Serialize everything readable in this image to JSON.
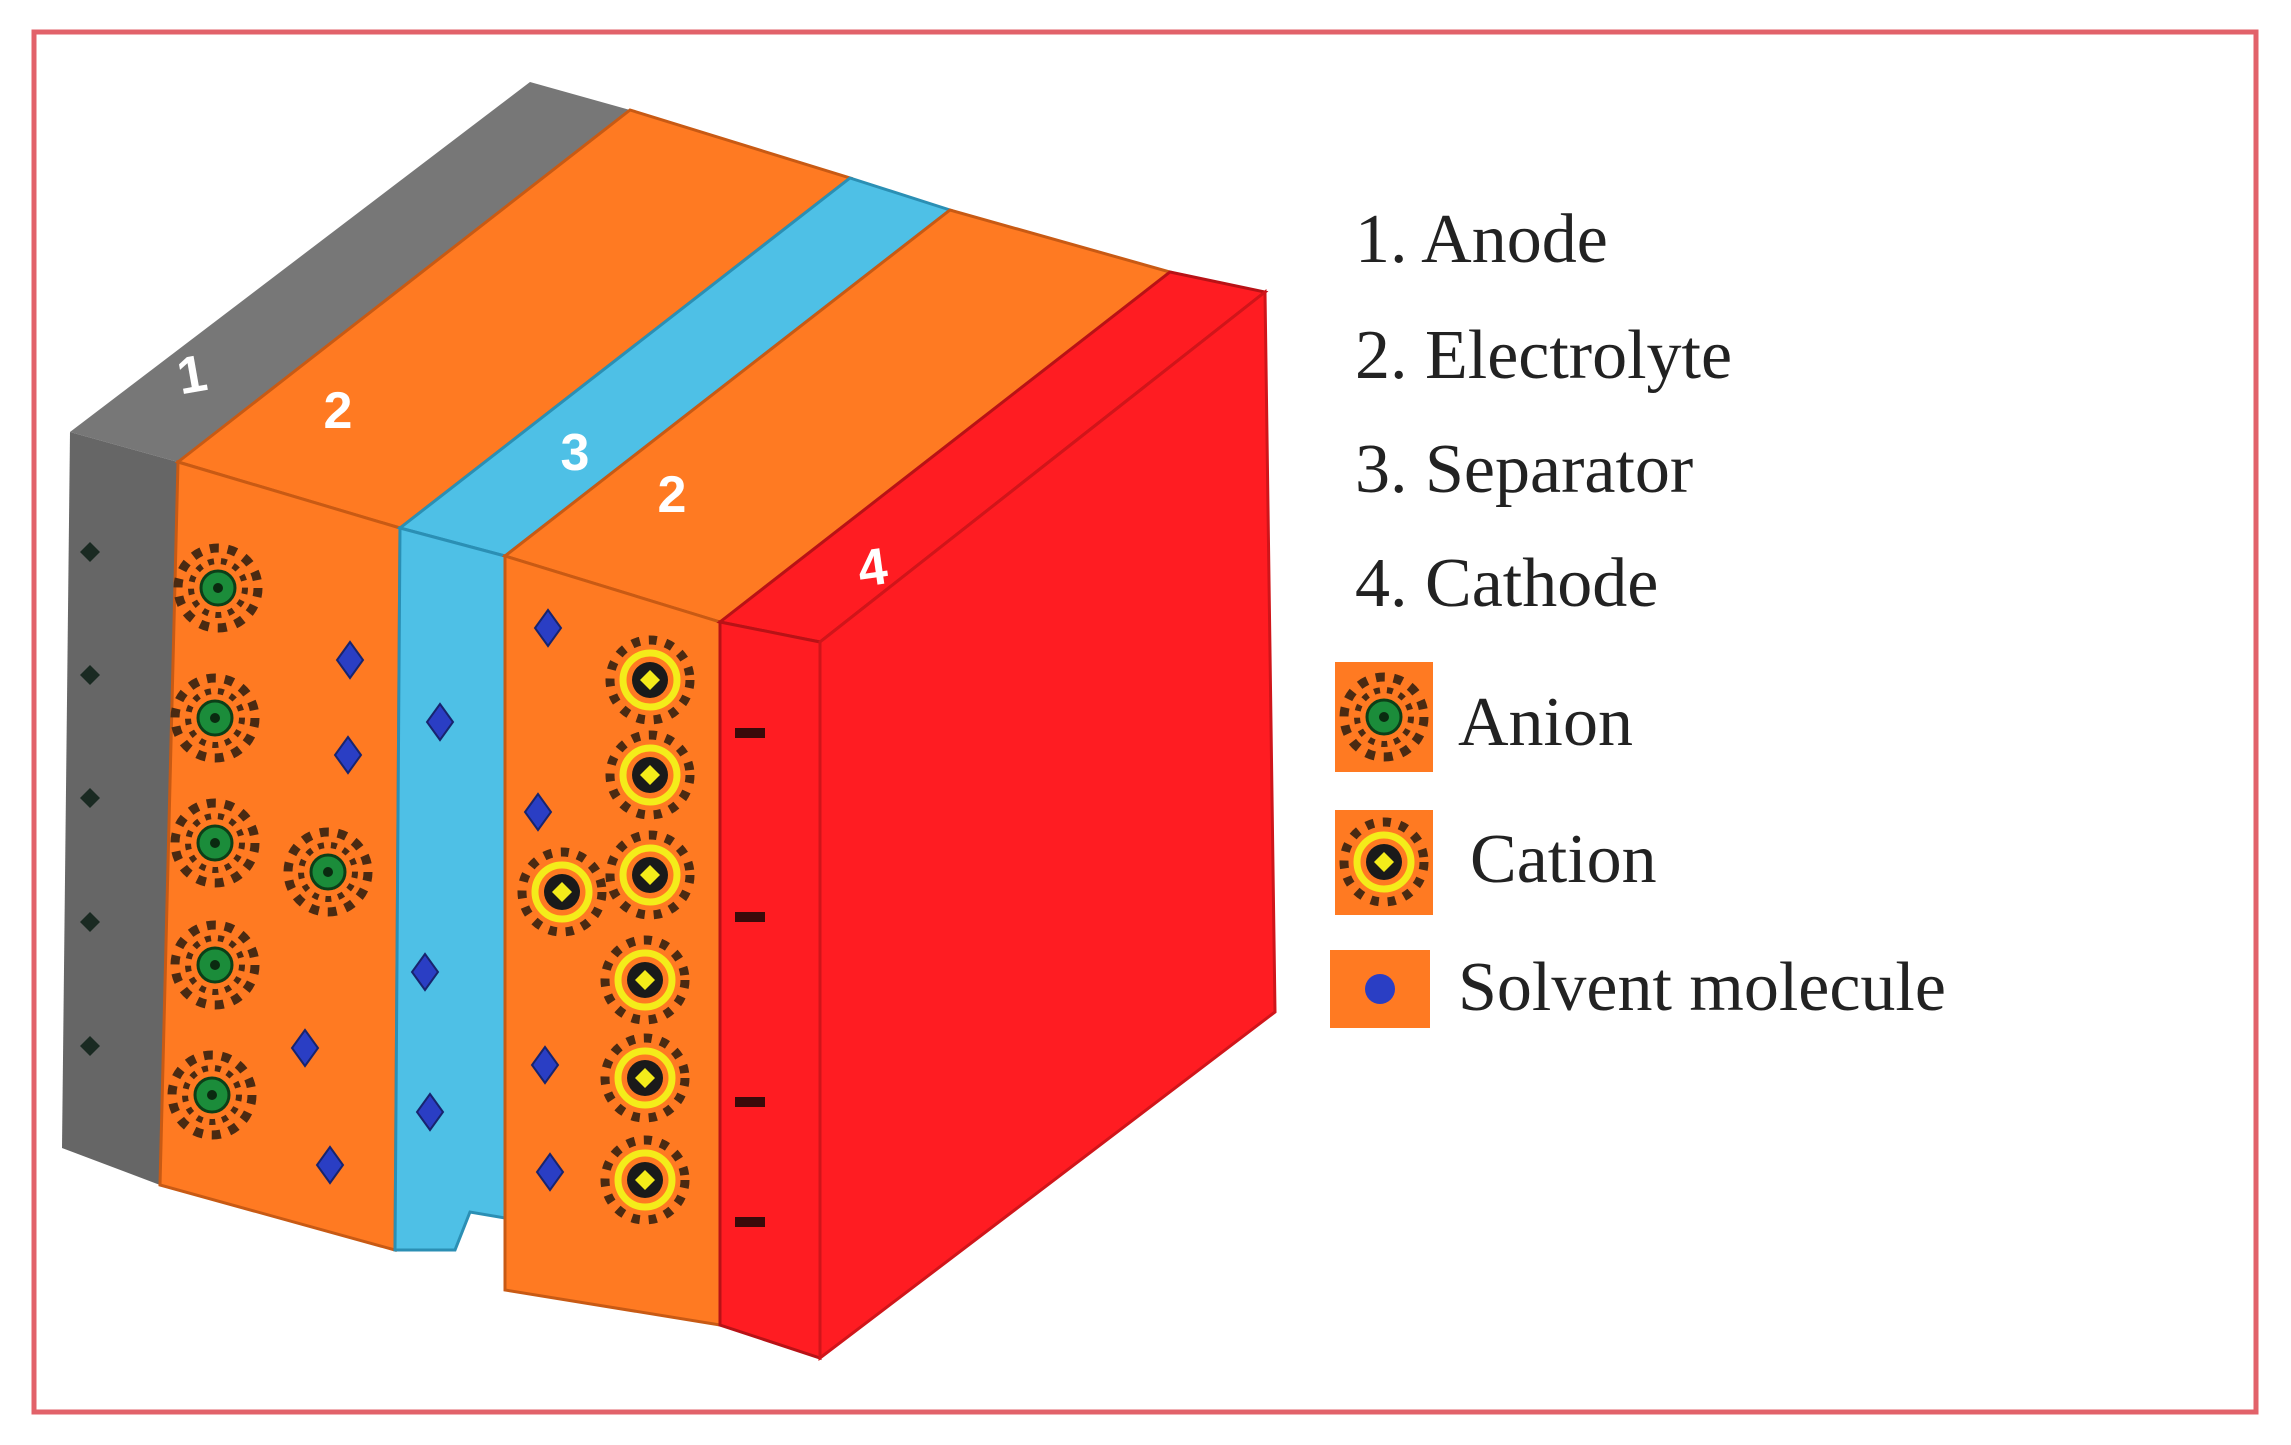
{
  "colors": {
    "frame": "#e2626a",
    "anode": "#777777",
    "anode_side": "#666666",
    "electrolyte": "#ff7a22",
    "separator": "#4ec0e6",
    "cathode": "#ff1c22",
    "anion_core": "#1b8c3a",
    "cation_core": "#f4ec1a",
    "solvent": "#2a3ec4",
    "charge_mark": "#222222",
    "label_text": "#ffffff",
    "legend_text": "#222222"
  },
  "layers": [
    {
      "number": "1",
      "name": "anode"
    },
    {
      "number": "2",
      "name": "electrolyte-left"
    },
    {
      "number": "3",
      "name": "separator"
    },
    {
      "number": "2",
      "name": "electrolyte-right"
    },
    {
      "number": "4",
      "name": "cathode"
    }
  ],
  "legend": {
    "components": [
      {
        "text": "1. Anode"
      },
      {
        "text": "2. Electrolyte"
      },
      {
        "text": "3. Separator"
      },
      {
        "text": "4. Cathode"
      }
    ],
    "symbols": [
      {
        "text": "Anion",
        "icon": "anion-icon"
      },
      {
        "text": "Cation",
        "icon": "cation-icon"
      },
      {
        "text": "Solvent molecule",
        "icon": "solvent-molecule-icon"
      }
    ]
  }
}
